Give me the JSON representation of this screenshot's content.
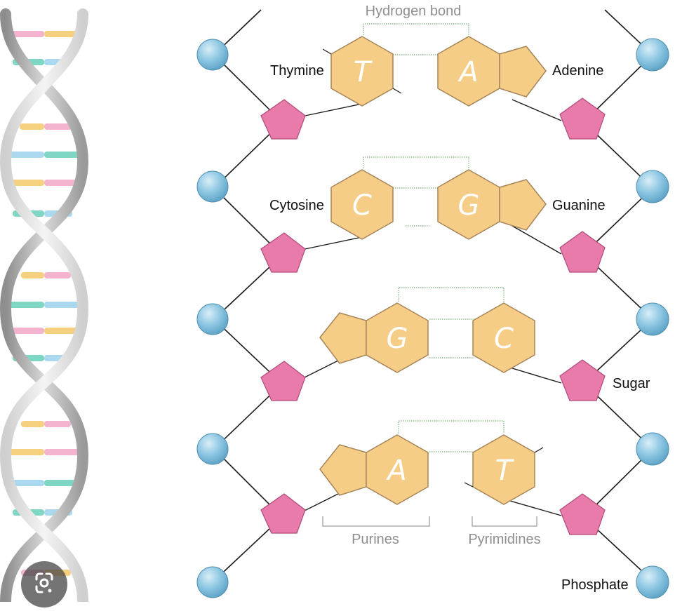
{
  "labels": {
    "hydrogen_bond": "Hydrogen bond",
    "thymine": "Thymine",
    "adenine": "Adenine",
    "cytosine": "Cytosine",
    "guanine": "Guanine",
    "sugar": "Sugar",
    "purines": "Purines",
    "pyrimidines": "Pyrimidines",
    "phosphate": "Phosphate"
  },
  "pairs": [
    {
      "left": "T",
      "right": "A"
    },
    {
      "left": "C",
      "right": "G"
    },
    {
      "left": "G",
      "right": "C"
    },
    {
      "left": "A",
      "right": "T"
    }
  ],
  "colors": {
    "base_fill": "#f6cd86",
    "base_stroke": "#a5855a",
    "sugar": "#e97bab",
    "phosphate": "#7fbddc",
    "hbond": "#5aa05a",
    "bracket": "#9a9a9a"
  },
  "icons": {
    "lens": "google-lens-icon"
  }
}
